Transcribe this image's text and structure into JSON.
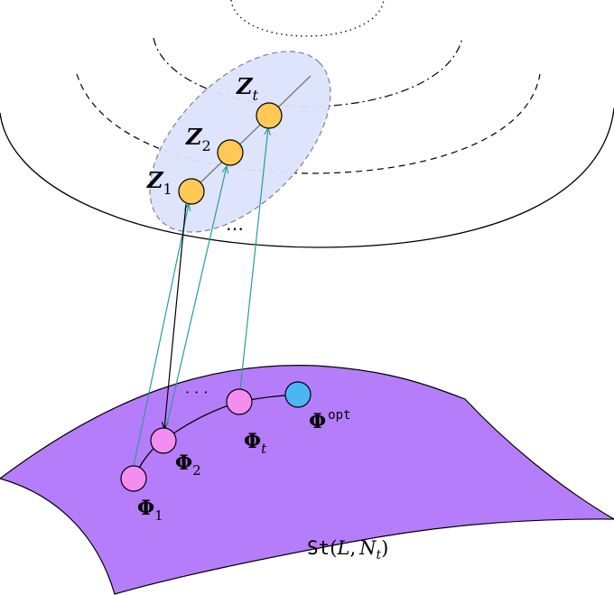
{
  "labels": {
    "z1": {
      "base": "Z",
      "sub": "1"
    },
    "z2": {
      "base": "Z",
      "sub": "2"
    },
    "zt": {
      "base": "Z",
      "sub": "t"
    },
    "phi1": {
      "base": "Φ",
      "sub": "1"
    },
    "phi2": {
      "base": "Φ",
      "sub": "2"
    },
    "phit": {
      "base": "Φ",
      "sub": "t"
    },
    "phiopt": {
      "base": "Φ",
      "sup": "opt"
    },
    "ellipsis_top": "⋯",
    "ellipsis_bottom": "· · ·",
    "manifold": {
      "op": "St",
      "open": "(",
      "arg1": "L",
      "comma": ",",
      "arg2": "N",
      "arg2_sub": "t",
      "close": ")"
    }
  },
  "colors": {
    "embedding_nodes": "#ffc857",
    "iterate_nodes": "#f48df0",
    "optimum_node": "#4bb6f5",
    "manifold_fill": "#b67dfa",
    "ellipse_fill": "#dce3fb",
    "teal_arrows": "#2a9ba0",
    "black_arrow": "#000000"
  }
}
